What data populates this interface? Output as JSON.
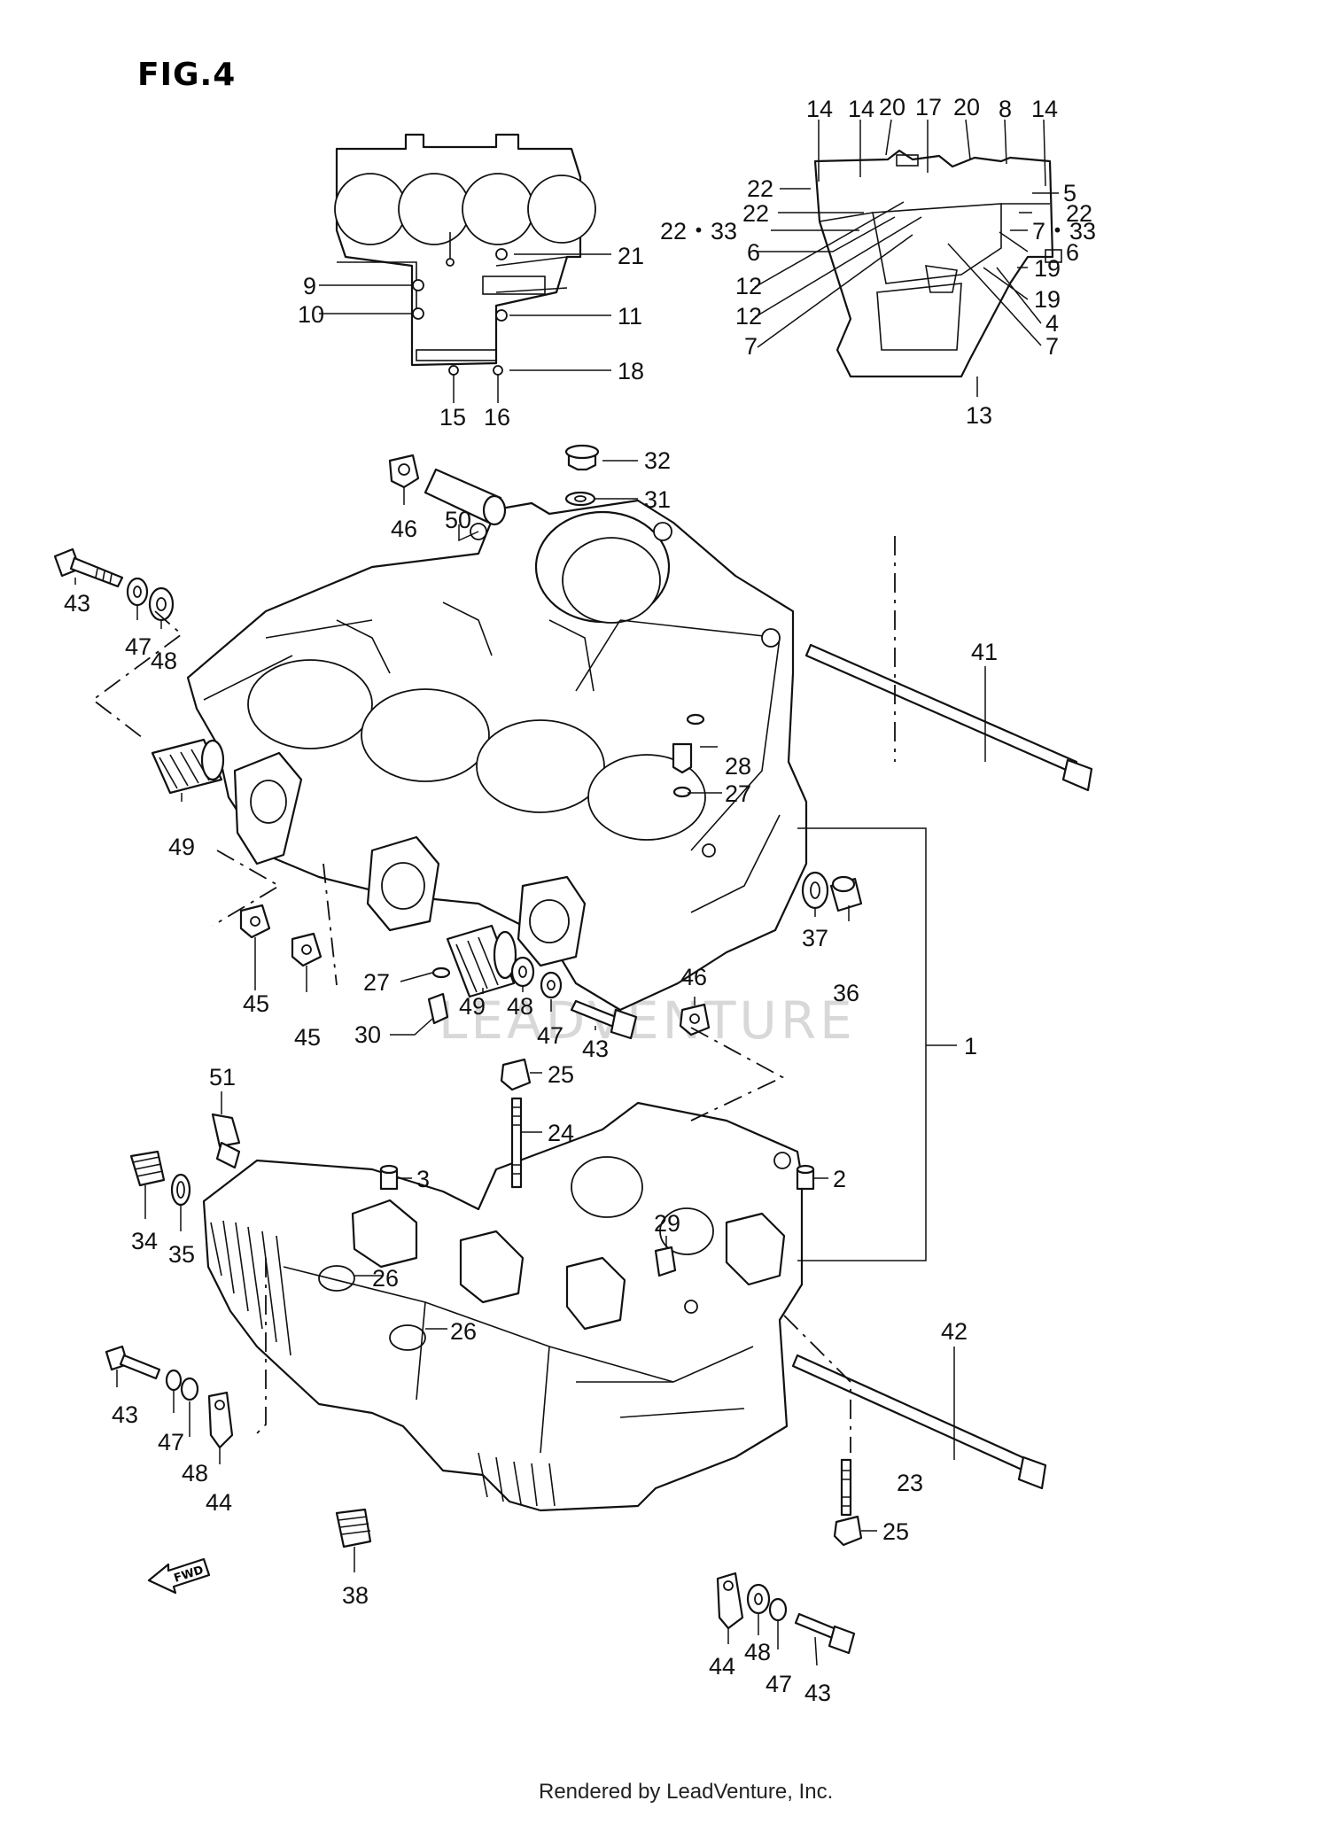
{
  "figure": {
    "title": "FIG.4",
    "watermark": "LEADVENTURE",
    "footer": "Rendered by LeadVenture, Inc.",
    "fwd_label": "FWD"
  },
  "callouts": [
    {
      "id": "c14a",
      "text": "14"
    },
    {
      "id": "c14b",
      "text": "14"
    },
    {
      "id": "c20a",
      "text": "20"
    },
    {
      "id": "c17",
      "text": "17"
    },
    {
      "id": "c20b",
      "text": "20"
    },
    {
      "id": "c8",
      "text": "8"
    },
    {
      "id": "c14c",
      "text": "14"
    },
    {
      "id": "c22a",
      "text": "22"
    },
    {
      "id": "c5",
      "text": "5"
    },
    {
      "id": "c22b",
      "text": "22"
    },
    {
      "id": "c22c",
      "text": "22"
    },
    {
      "id": "c2233",
      "text": "22・33"
    },
    {
      "id": "c733",
      "text": "7・33"
    },
    {
      "id": "c6a",
      "text": "6"
    },
    {
      "id": "c6b",
      "text": "6"
    },
    {
      "id": "c12a",
      "text": "12"
    },
    {
      "id": "c19a",
      "text": "19"
    },
    {
      "id": "c12b",
      "text": "12"
    },
    {
      "id": "c19b",
      "text": "19"
    },
    {
      "id": "c4",
      "text": "4"
    },
    {
      "id": "c7a",
      "text": "7"
    },
    {
      "id": "c7b",
      "text": "7"
    },
    {
      "id": "c13",
      "text": "13"
    },
    {
      "id": "c21",
      "text": "21"
    },
    {
      "id": "c9",
      "text": "9"
    },
    {
      "id": "c10",
      "text": "10"
    },
    {
      "id": "c11",
      "text": "11"
    },
    {
      "id": "c18",
      "text": "18"
    },
    {
      "id": "c15",
      "text": "15"
    },
    {
      "id": "c16",
      "text": "16"
    },
    {
      "id": "c32",
      "text": "32"
    },
    {
      "id": "c31",
      "text": "31"
    },
    {
      "id": "c46a",
      "text": "46"
    },
    {
      "id": "c50",
      "text": "50"
    },
    {
      "id": "c43a",
      "text": "43"
    },
    {
      "id": "c47a",
      "text": "47"
    },
    {
      "id": "c48a",
      "text": "48"
    },
    {
      "id": "c41",
      "text": "41"
    },
    {
      "id": "c28",
      "text": "28"
    },
    {
      "id": "c27a",
      "text": "27"
    },
    {
      "id": "c49a",
      "text": "49"
    },
    {
      "id": "c37",
      "text": "37"
    },
    {
      "id": "c36",
      "text": "36"
    },
    {
      "id": "c45a",
      "text": "45"
    },
    {
      "id": "c45b",
      "text": "45"
    },
    {
      "id": "c27b",
      "text": "27"
    },
    {
      "id": "c30",
      "text": "30"
    },
    {
      "id": "c49b",
      "text": "49"
    },
    {
      "id": "c48b",
      "text": "48"
    },
    {
      "id": "c47b",
      "text": "47"
    },
    {
      "id": "c43b",
      "text": "43"
    },
    {
      "id": "c46b",
      "text": "46"
    },
    {
      "id": "c1",
      "text": "1"
    },
    {
      "id": "c51",
      "text": "51"
    },
    {
      "id": "c25a",
      "text": "25"
    },
    {
      "id": "c24",
      "text": "24"
    },
    {
      "id": "c3",
      "text": "3"
    },
    {
      "id": "c2",
      "text": "2"
    },
    {
      "id": "c34",
      "text": "34"
    },
    {
      "id": "c35",
      "text": "35"
    },
    {
      "id": "c29",
      "text": "29"
    },
    {
      "id": "c26a",
      "text": "26"
    },
    {
      "id": "c26b",
      "text": "26"
    },
    {
      "id": "c42",
      "text": "42"
    },
    {
      "id": "c43c",
      "text": "43"
    },
    {
      "id": "c47c",
      "text": "47"
    },
    {
      "id": "c48c",
      "text": "48"
    },
    {
      "id": "c44a",
      "text": "44"
    },
    {
      "id": "c23",
      "text": "23"
    },
    {
      "id": "c25b",
      "text": "25"
    },
    {
      "id": "c38",
      "text": "38"
    },
    {
      "id": "c44b",
      "text": "44"
    },
    {
      "id": "c48d",
      "text": "48"
    },
    {
      "id": "c47d",
      "text": "47"
    },
    {
      "id": "c43d",
      "text": "43"
    }
  ]
}
